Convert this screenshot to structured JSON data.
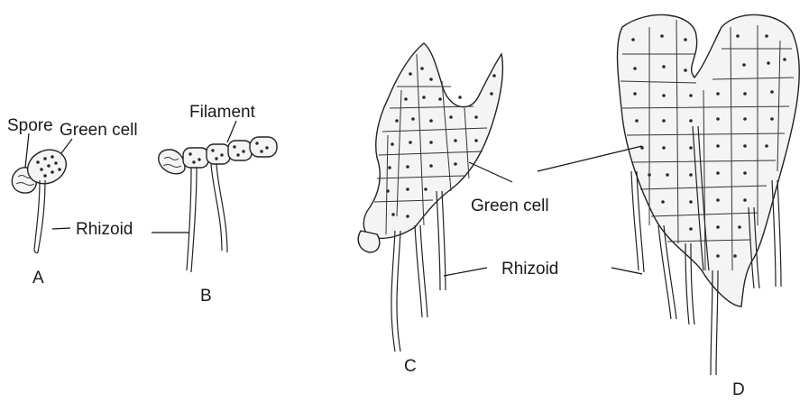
{
  "labels": {
    "spore": "Spore",
    "green_cell_a": "Green cell",
    "filament": "Filament",
    "rhizoid_ab": "Rhizoid",
    "green_cell_cd": "Green cell",
    "rhizoid_cd": "Rhizoid",
    "stage_a": "A",
    "stage_b": "B",
    "stage_c": "C",
    "stage_d": "D"
  },
  "colors": {
    "outline": "#222222",
    "tissue_fill": "#f4f4f4",
    "chloroplast_dot": "#2a2a2a",
    "label_text": "#1a1a1a"
  }
}
